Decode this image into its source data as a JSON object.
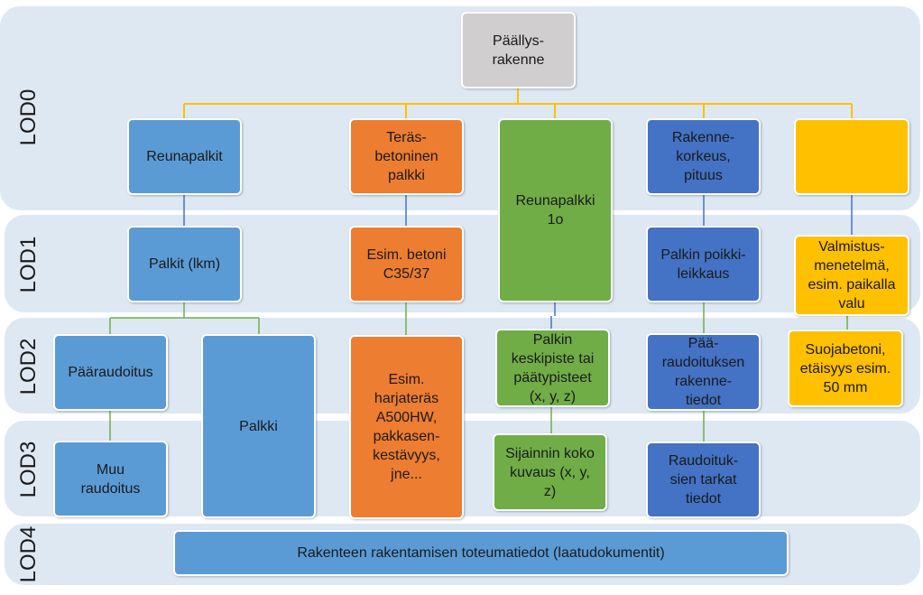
{
  "lods": [
    "LOD0",
    "LOD1",
    "LOD2",
    "LOD3",
    "LOD4"
  ],
  "nodes": {
    "root": "Päällys-\nrakenne",
    "reunapalkit": "Reunapalkit",
    "terasbetoni": "Teräs-\nbetoninen\npalkki",
    "reunapalkki1o": "Reunapalkki\n1o",
    "rakennekorkeus": "Rakenne-\nkorkeus,\npituus",
    "gold_empty": "",
    "palkit_lkm": "Palkit (lkm)",
    "esim_betoni": "Esim. betoni\nC35/37",
    "poikkileikkaus": "Palkin poikki-\nleikkaus",
    "valmistus": "Valmistus-\nmenetelmä,\nesim. paikalla\nvalu",
    "paaraudoitus": "Pääraudoitus",
    "palkki": "Palkki",
    "harjateras": "Esim.\nharjateräs\nA500HW,\npakkasen-\nkestävyys,\njne...",
    "keskipiste": "Palkin\nkeskipiste tai\npäätypisteet\n(x, y, z)",
    "paaraudoituksen": "Pää-\nraudoituksen\nrakenne-\ntiedot",
    "suojabetoni": "Suojabetoni,\netäisyys esim.\n50 mm",
    "muu_raudoitus": "Muu\nraudoitus",
    "sijainnin": "Sijainnin koko\nkuvaus (x, y,\nz)",
    "raudoitusten": "Raudoituk-\nsien tarkat\ntiedot",
    "toteumatiedot": "Rakenteen rakentamisen toteumatiedot (laatudokumentit)"
  },
  "colors": {
    "band": "#dde8f3",
    "blue": "#5b9bd5",
    "dark_blue": "#4472c4",
    "orange": "#ed7d31",
    "green": "#70ad47",
    "gold": "#ffc000",
    "grey": "#d0cece",
    "connector_gold": "#ffc000",
    "connector_green": "#70ad47",
    "connector_blue": "#4472c4"
  }
}
